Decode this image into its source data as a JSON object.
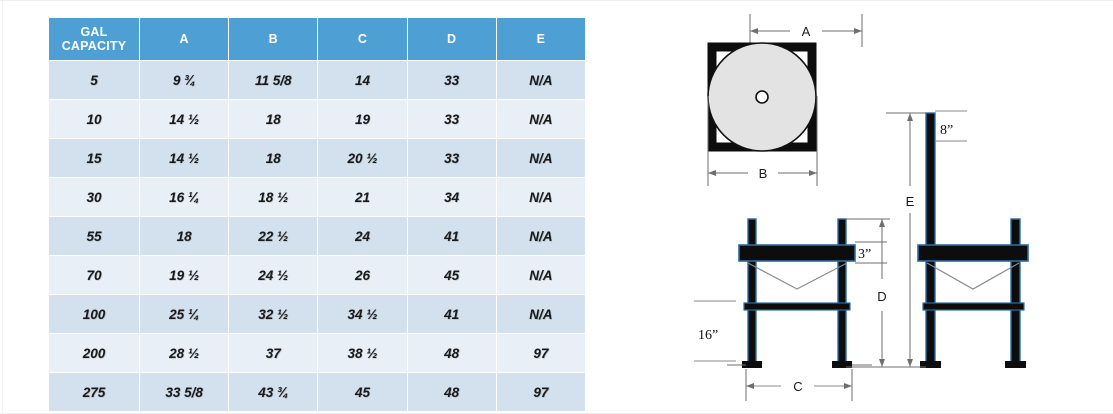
{
  "table": {
    "name": "gallon-capacity-dimension-table",
    "columns": [
      "GAL CAPACITY",
      "A",
      "B",
      "C",
      "D",
      "E"
    ],
    "header_lines": {
      "capacity_line1": "GAL",
      "capacity_line2": "CAPACITY"
    },
    "rows": [
      {
        "capacity": "5",
        "a": "9 ¾",
        "b": "11 5/8",
        "c": "14",
        "d": "33",
        "e": "N/A"
      },
      {
        "capacity": "10",
        "a": "14 ½",
        "b": "18",
        "c": "19",
        "d": "33",
        "e": "N/A"
      },
      {
        "capacity": "15",
        "a": "14 ½",
        "b": "18",
        "c": "20 ½",
        "d": "33",
        "e": "N/A"
      },
      {
        "capacity": "30",
        "a": "16 ¼",
        "b": "18 ½",
        "c": "21",
        "d": "34",
        "e": "N/A"
      },
      {
        "capacity": "55",
        "a": "18",
        "b": "22 ½",
        "c": "24",
        "d": "41",
        "e": "N/A"
      },
      {
        "capacity": "70",
        "a": "19 ½",
        "b": "24 ½",
        "c": "26",
        "d": "45",
        "e": "N/A"
      },
      {
        "capacity": "100",
        "a": "25 ¼",
        "b": "32 ½",
        "c": "34 ½",
        "d": "41",
        "e": "N/A"
      },
      {
        "capacity": "200",
        "a": "28 ½",
        "b": "37",
        "c": "38 ½",
        "d": "48",
        "e": "97"
      },
      {
        "capacity": "275",
        "a": "33 5/8",
        "b": "43 ¾",
        "c": "45",
        "d": "48",
        "e": "97"
      }
    ]
  },
  "diagram": {
    "name": "tank-stand-dimension-drawing",
    "labels": {
      "a": "A",
      "b": "B",
      "c": "C",
      "d": "D",
      "e": "E",
      "three_inch": "3”",
      "eight_inch": "8”",
      "sixteen_inch": "16”"
    },
    "colors": {
      "header_blue": "#4e9fd4",
      "row_light": "#e9eff6",
      "row_dark": "#d3e0ed",
      "steel_black": "#0d0d0d",
      "steel_outline": "#2b6ca3",
      "tank_fill": "#e0e0e0",
      "dim_line": "#8a8a8a"
    }
  }
}
